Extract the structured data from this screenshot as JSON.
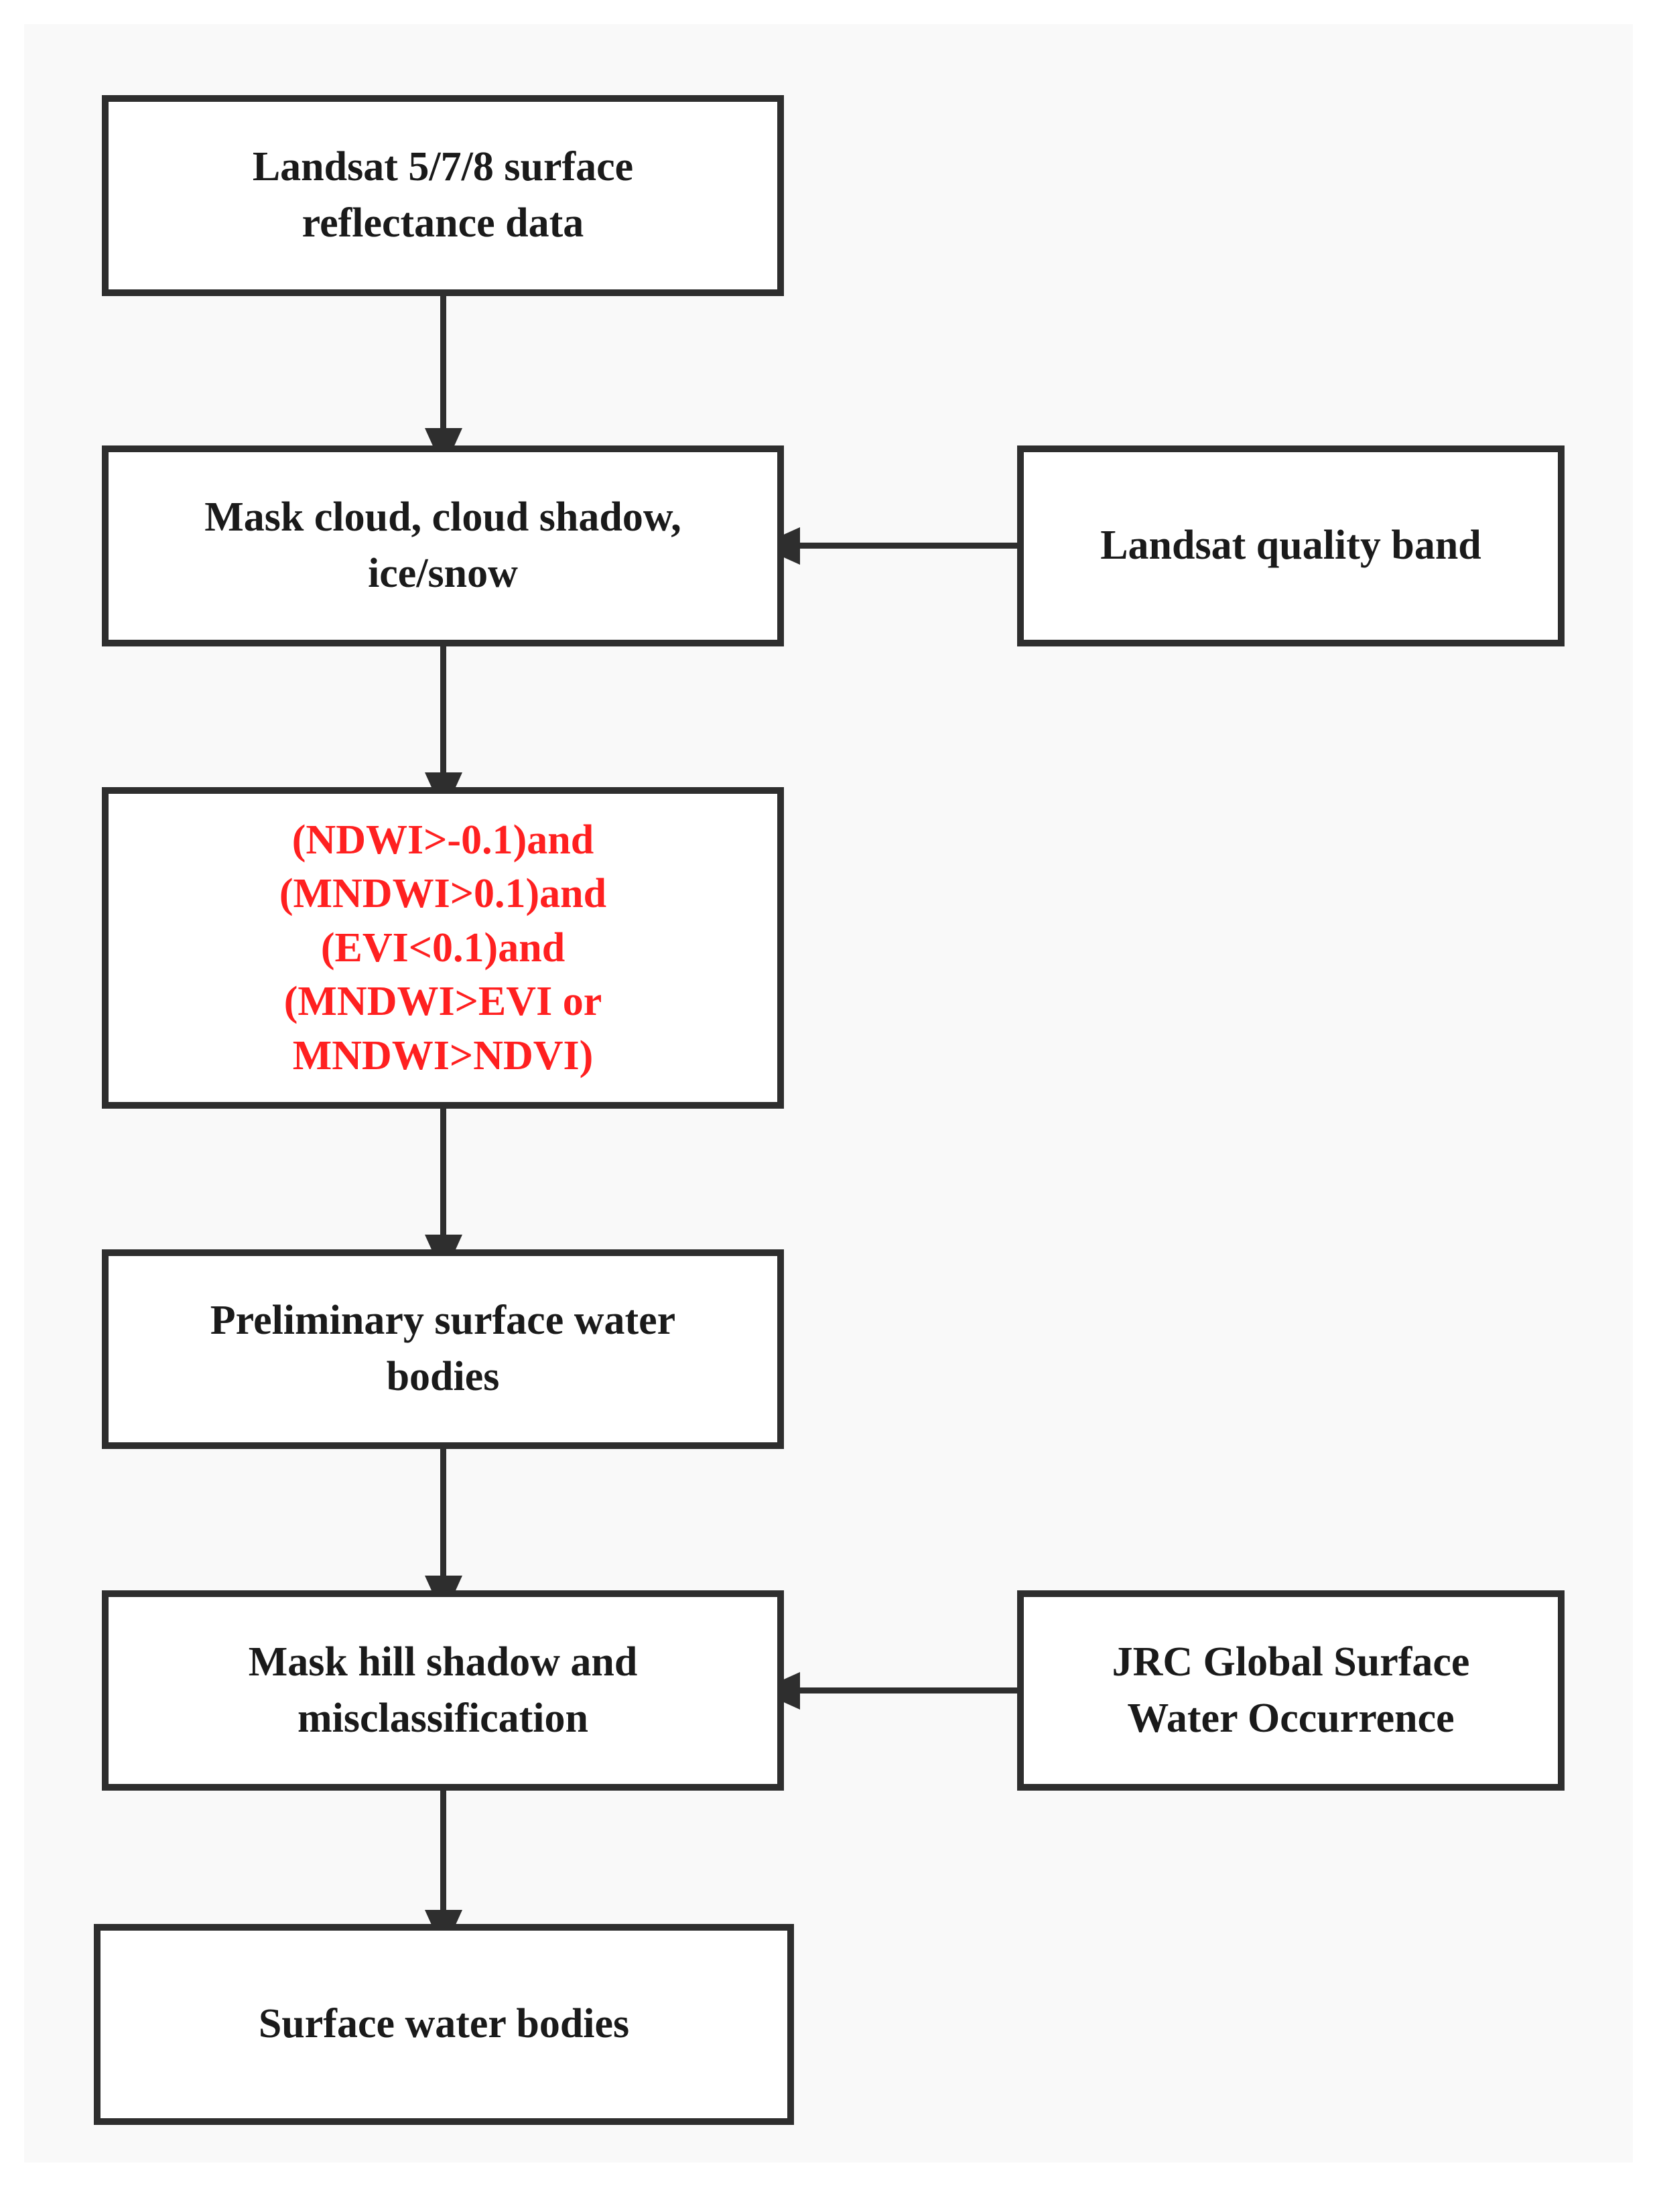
{
  "figure": {
    "type": "flowchart",
    "orientation": "top-to-bottom",
    "background_color": "#f9f9f9",
    "box_border_color": "#2e2e2e",
    "default_text_color": "#1a1a1a",
    "highlight_text_color": "#ff2020"
  },
  "nodes": {
    "landsat_input": {
      "label": "Landsat 5/7/8 surface\nreflectance data"
    },
    "mask_cloud": {
      "label": "Mask cloud, cloud shadow,\nice/snow"
    },
    "quality_band": {
      "label": "Landsat quality band"
    },
    "index_criteria": {
      "label": "(NDWI>-0.1)and\n(MNDWI>0.1)and\n(EVI<0.1)and\n(MNDWI>EVI or\nMNDWI>NDVI)"
    },
    "prelim_water": {
      "label": "Preliminary surface water\nbodies"
    },
    "mask_hillshadow": {
      "label": "Mask hill shadow and\nmisclassification"
    },
    "jrc_occurrence": {
      "label": "JRC Global Surface\nWater Occurrence"
    },
    "surface_water": {
      "label": "Surface water bodies"
    }
  },
  "edges": [
    {
      "from": "landsat_input",
      "to": "mask_cloud",
      "direction": "down"
    },
    {
      "from": "quality_band",
      "to": "mask_cloud",
      "direction": "left"
    },
    {
      "from": "mask_cloud",
      "to": "index_criteria",
      "direction": "down"
    },
    {
      "from": "index_criteria",
      "to": "prelim_water",
      "direction": "down"
    },
    {
      "from": "prelim_water",
      "to": "mask_hillshadow",
      "direction": "down"
    },
    {
      "from": "jrc_occurrence",
      "to": "mask_hillshadow",
      "direction": "left"
    },
    {
      "from": "mask_hillshadow",
      "to": "surface_water",
      "direction": "down"
    }
  ]
}
